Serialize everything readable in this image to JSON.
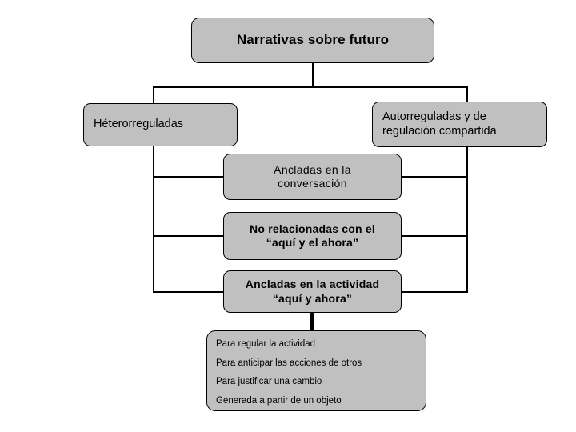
{
  "diagram": {
    "title_node": {
      "label": "Narrativas sobre futuro"
    },
    "branches": {
      "left": {
        "label": "Héterorreguladas"
      },
      "right": {
        "label": "Autorreguladas y de\nregulación compartida"
      }
    },
    "middle_nodes": [
      {
        "label": "Ancladas en la\nconversación"
      },
      {
        "label": "No relacionadas con el\n“aquí y el ahora”"
      },
      {
        "label": "Ancladas en la actividad\n“aquí y ahora”"
      }
    ],
    "usos_node": {
      "items": [
        "Para regular la actividad",
        "Para anticipar las acciones de otros",
        "Para justificar una cambio",
        "Generada a partir de un objeto"
      ]
    },
    "colors": {
      "node_fill": "#C0C0C0",
      "node_border": "#000000",
      "text": "#000000",
      "background": "#FFFFFF"
    }
  }
}
